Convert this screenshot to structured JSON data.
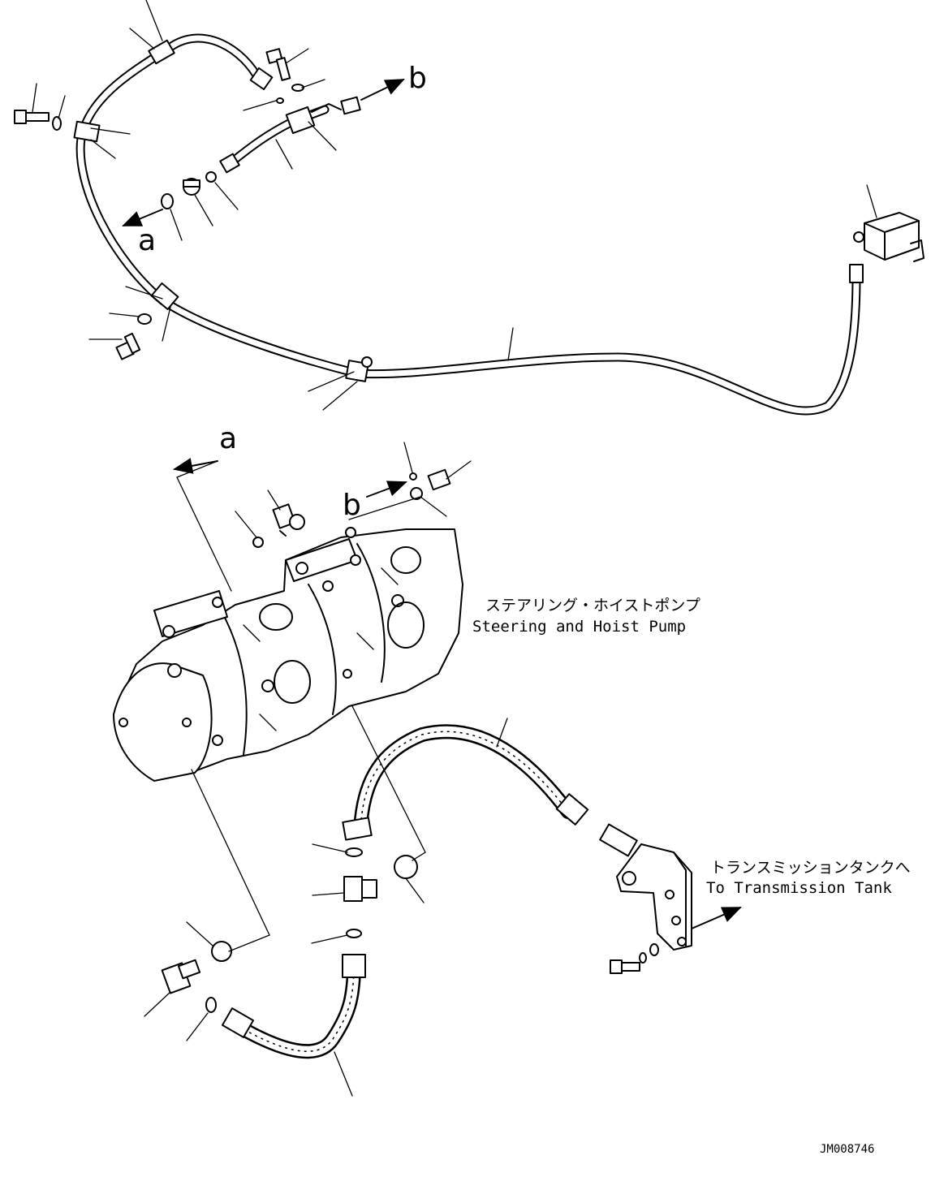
{
  "callouts": {
    "a_top": "a",
    "b_top": "b",
    "a_mid": "a",
    "b_mid": "b"
  },
  "labels": {
    "pump_jp": "ステアリング・ホイストポンプ",
    "pump_en": "Steering and Hoist Pump",
    "tank_jp": "トランスミッションタンクへ",
    "tank_en": "To Transmission Tank"
  },
  "drawing_code": "JM008746"
}
